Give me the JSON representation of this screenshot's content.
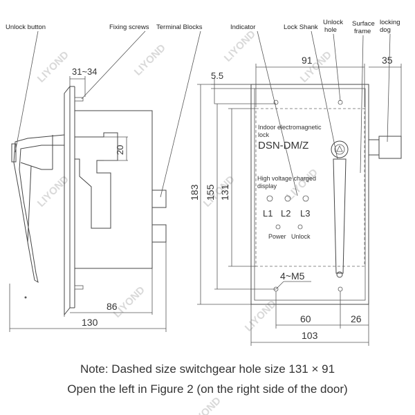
{
  "watermark": "LIYOND",
  "labels": {
    "unlock_button": "Unlock button",
    "fixing_screws": "Fixing screws",
    "terminal_blocks": "Terminal Blocks",
    "indicator": "Indicator",
    "lock_shank": "Lock Shank",
    "unlock_hole_1": "Unlock",
    "unlock_hole_2": "hole",
    "surface_frame_1": "Surface",
    "surface_frame_2": "frame",
    "locking_dog_1": "locking",
    "locking_dog_2": "dog"
  },
  "dimensions": {
    "d31_34": "31~34",
    "d20": "20",
    "d86": "86",
    "d130": "130",
    "d91": "91",
    "d35": "35",
    "d5_5": "5.5",
    "d183": "183",
    "d155": "155",
    "d131": "131",
    "d4_m5": "4~M5",
    "d60": "60",
    "d26": "26",
    "d103": "103"
  },
  "panel": {
    "line1": "Indoor electromagnetic",
    "line2": "lock",
    "model": "DSN-DM/Z",
    "hv_line1": "High voltage charged",
    "hv_line2": "display",
    "l1": "L1",
    "l2": "L2",
    "l3": "L3",
    "power": "Power",
    "unlock": "Unlock"
  },
  "notes": {
    "line1": "Note: Dashed size switchgear hole size 131 × 91",
    "line2": "Open the left in Figure 2 (on the right side of the door)"
  }
}
